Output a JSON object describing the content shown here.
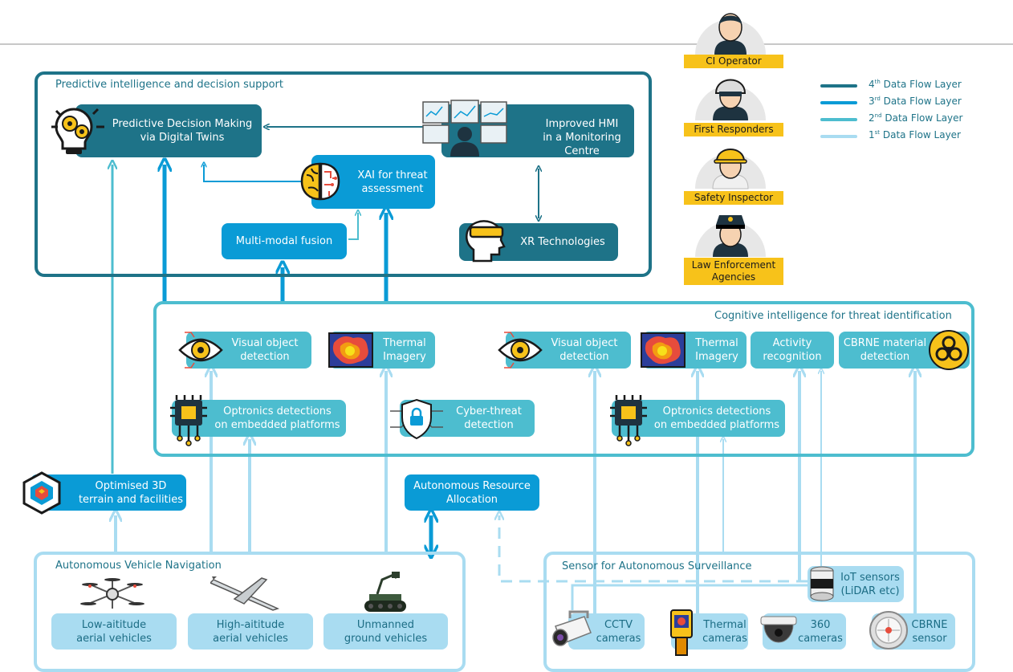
{
  "colors": {
    "layer4": "#1e7388",
    "layer3": "#0a9bd6",
    "layer2": "#4dbdcf",
    "layer1": "#a9dcf1",
    "persona_label": "#f7c21a"
  },
  "legend": [
    {
      "num": "4",
      "sup": "th",
      "text": " Data Flow Layer"
    },
    {
      "num": "3",
      "sup": "rd",
      "text": " Data Flow Layer"
    },
    {
      "num": "2",
      "sup": "nd",
      "text": " Data Flow Layer"
    },
    {
      "num": "1",
      "sup": "st",
      "text": " Data Flow Layer"
    }
  ],
  "personas": [
    "CI Operator",
    "First Responders",
    "Safety Inspector",
    "Law Enforcement\nAgencies"
  ],
  "sections": {
    "predictive": "Predictive intelligence and decision support",
    "cognitive": "Cognitive intelligence for threat identification",
    "navigation": "Autonomous Vehicle Navigation",
    "surveillance": "Sensor for Autonomous Surveillance"
  },
  "nodes": {
    "pdm": "Predictive  Decision Making\nvia Digital Twins",
    "hmi": "Improved HMI\nin a Monitoring Centre",
    "xai": "XAI for threat\nassessment",
    "fusion": "Multi-modal fusion",
    "xr": "XR Technologies",
    "vod1": "Visual object\ndetection",
    "thermal1": "Thermal\nImagery",
    "vod2": "Visual object\ndetection",
    "thermal2": "Thermal\nImagery",
    "activity": "Activity\nrecognition",
    "cbrne_det": "CBRNE material\ndetection",
    "optronics1": "Optronics detections\non embedded platforms",
    "cyber": "Cyber-threat\ndetection",
    "optronics2": "Optronics detections\non embedded platforms",
    "terrain": "Optimised 3D\nterrain and facilities",
    "allocation": "Autonomous Resource\nAllocation",
    "low": "Low-aititude\naerial vehicles",
    "high": "High-aititude\naerial vehicles",
    "ground": "Unmanned\nground vehicles",
    "iot": "IoT sensors\n(LiDAR etc)",
    "cctv": "CCTV\ncameras",
    "thermalcam": "Thermal\ncameras",
    "cam360": "360\ncameras",
    "cbrne_sensor": "CBRNE\nsensor"
  }
}
